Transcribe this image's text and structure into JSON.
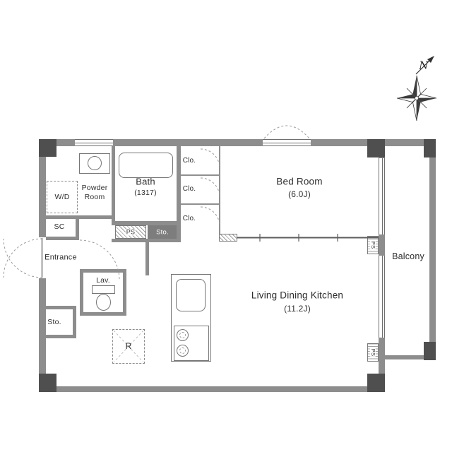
{
  "compass": {
    "north": "N"
  },
  "rooms": {
    "bath": {
      "name": "Bath",
      "size": "(1317)"
    },
    "powder": {
      "line1": "Powder",
      "line2": "Room"
    },
    "wd": "W/D",
    "sc": "SC",
    "entrance": "Entrance",
    "lav": "Lav.",
    "sto_hall": "Sto.",
    "sto_bath": "Sto.",
    "ps_bath": "PS",
    "ps_wall_upper": "PS",
    "ps_wall_lower": "PS",
    "fridge": "R",
    "closet1": "Clo.",
    "closet2": "Clo.",
    "closet3": "Clo.",
    "bedroom": {
      "name": "Bed Room",
      "size": "(6.0J)"
    },
    "ldk": {
      "name": "Living Dining Kitchen",
      "size": "(11.2J)"
    },
    "balcony": "Balcony"
  },
  "colors": {
    "wall": "#8d8d8d",
    "pillar": "#4f4f4f",
    "line": "#767676",
    "text": "#2e2e2e"
  }
}
